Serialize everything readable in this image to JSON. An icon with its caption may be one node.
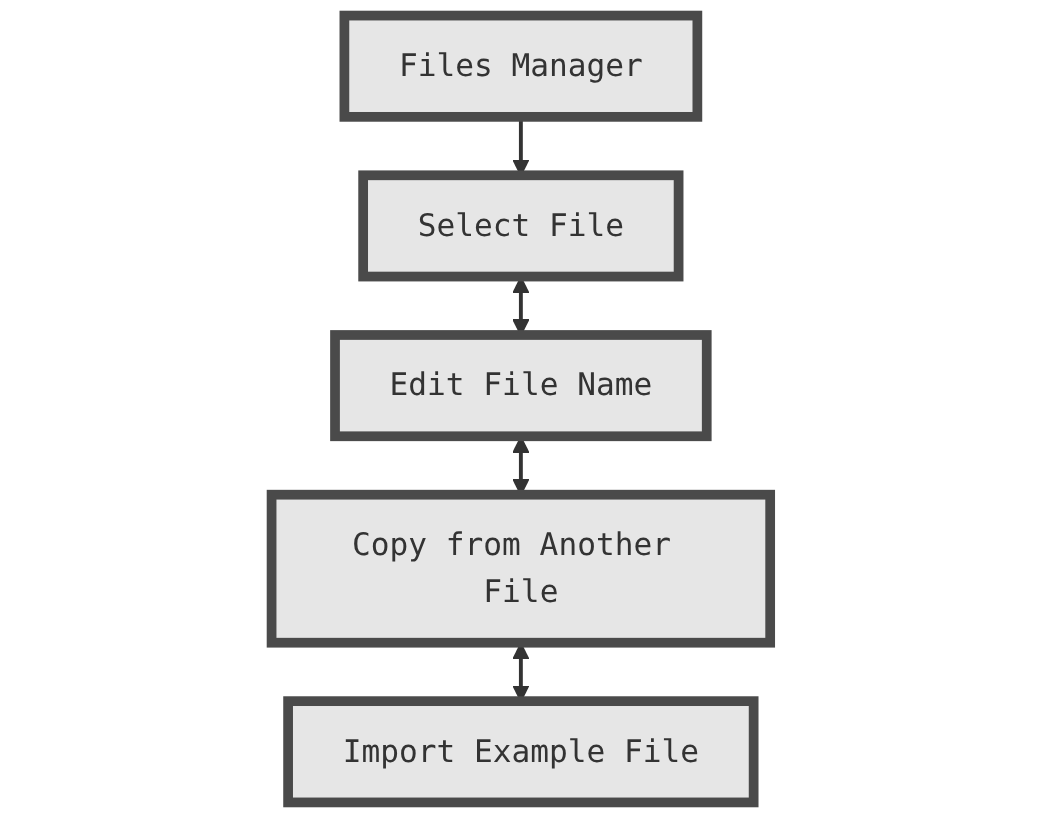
{
  "diagram": {
    "nodes": [
      {
        "text": [
          "Files Manager"
        ]
      },
      {
        "text": [
          "Select File"
        ]
      },
      {
        "text": [
          "Edit File Name"
        ]
      },
      {
        "text": [
          "Copy from Another File"
        ]
      },
      {
        "text": [
          "Import Example File"
        ]
      }
    ],
    "edges": [
      {
        "from": 0,
        "to": 1,
        "arrow": "to"
      },
      {
        "from": 1,
        "to": 2,
        "arrow": "both"
      },
      {
        "from": 2,
        "to": 3,
        "arrow": "both"
      },
      {
        "from": 3,
        "to": 4,
        "arrow": "both"
      }
    ]
  }
}
